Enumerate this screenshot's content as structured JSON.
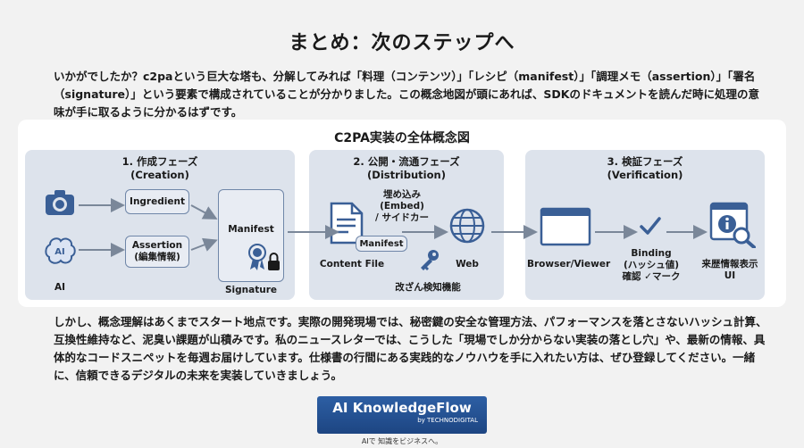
{
  "title": "まとめ：次のステップへ",
  "intro": "いかがでしたか？c2paという巨大な塔も、分解してみれば「料理（コンテンツ）」「レシピ（manifest）」「調理メモ（assertion）」「署名（signature）」という要素で構成されていることが分かりました。この概念地図が頭にあれば、SDKのドキュメントを読んだ時に処理の意味が手に取るように分かるはずです。",
  "diagram": {
    "title": "C2PA実装の全体概念図",
    "phase1": {
      "title_line1": "1. 作成フェーズ",
      "title_line2": "(Creation)",
      "ingredient": "Ingredient",
      "assertion_line1": "Assertion",
      "assertion_line2": "(編集情報)",
      "ai": "AI",
      "manifest": "Manifest",
      "signature": "Signature"
    },
    "phase2": {
      "title_line1": "2. 公開・流通フェーズ",
      "title_line2": "(Distribution)",
      "embed_line1": "埋め込み",
      "embed_line2": "(Embed)",
      "embed_line3": "/ サイドカー",
      "manifest": "Manifest",
      "content_file": "Content File",
      "web": "Web",
      "tamper": "改ざん検知機能"
    },
    "phase3": {
      "title_line1": "3. 検証フェーズ",
      "title_line2": "(Verification)",
      "browser": "Browser/Viewer",
      "binding_line1": "Binding",
      "binding_line2": "(ハッシュ値)",
      "binding_line3": "確認 ✓マーク",
      "ui_line1": "来歴情報表示",
      "ui_line2": "UI"
    }
  },
  "outro": "しかし、概念理解はあくまでスタート地点です。実際の開発現場では、秘密鍵の安全な管理方法、パフォーマンスを落とさないハッシュ計算、互換性維持など、泥臭い課題が山積みです。私のニュースレターでは、こうした「現場でしか分からない実装の落とし穴」や、最新の情報、具体的なコードスニペットを毎週お届けしています。仕様書の行間にある実践的なノウハウを手に入れたい方は、ぜひ登録してください。一緒に、信頼できるデジタルの未来を実装していきましょう。",
  "logo": {
    "main": "AI KnowledgeFlow",
    "sub": "by TECHNODIGITAL",
    "tagline": "AIで 知識をビジネスへ。"
  },
  "colors": {
    "accent": "#2d5fa4",
    "phase_bg": "#dde3ec",
    "box_border": "#6f86a8",
    "icon": "#3a5f96"
  }
}
